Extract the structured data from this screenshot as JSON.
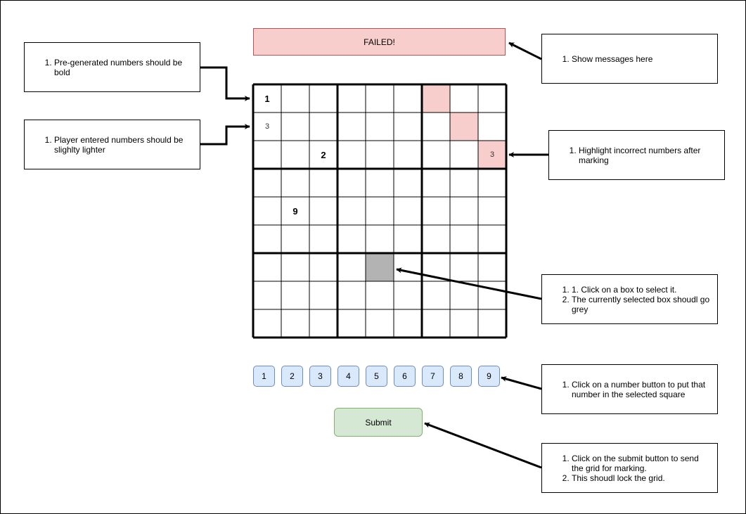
{
  "message": {
    "text": "FAILED!"
  },
  "notes": {
    "bold_numbers": [
      "Pre-generated numbers should be bold"
    ],
    "lighter_numbers": [
      "Player entered numbers should be slighlty lighter"
    ],
    "show_messages": [
      "Show messages here"
    ],
    "highlight_incorrect": [
      "Highlight incorrect numbers after marking"
    ],
    "select_box": [
      "1. Click on a box to select it.",
      "The currently selected box shoudl go grey"
    ],
    "number_button": [
      "Click on a number button to put that number in the selected square"
    ],
    "submit": [
      "Click on the submit button to send the grid for marking.",
      "This shoudl lock the grid."
    ]
  },
  "grid": {
    "size": 9,
    "cells": [
      {
        "row": 0,
        "col": 0,
        "value": "1",
        "kind": "given"
      },
      {
        "row": 1,
        "col": 0,
        "value": "3",
        "kind": "entered"
      },
      {
        "row": 2,
        "col": 2,
        "value": "2",
        "kind": "given"
      },
      {
        "row": 2,
        "col": 8,
        "value": "3",
        "kind": "entered-wrong"
      },
      {
        "row": 4,
        "col": 1,
        "value": "9",
        "kind": "given"
      },
      {
        "row": 0,
        "col": 6,
        "value": "",
        "kind": "wrong"
      },
      {
        "row": 1,
        "col": 7,
        "value": "",
        "kind": "wrong"
      },
      {
        "row": 6,
        "col": 4,
        "value": "",
        "kind": "selected"
      }
    ]
  },
  "numpad": [
    "1",
    "2",
    "3",
    "4",
    "5",
    "6",
    "7",
    "8",
    "9"
  ],
  "submit": {
    "label": "Submit"
  },
  "colors": {
    "error_fill": "#f8cecc",
    "error_stroke": "#b85450",
    "button_fill": "#dae8fc",
    "button_stroke": "#6c8ebf",
    "submit_fill": "#d5e8d4",
    "submit_stroke": "#82b366",
    "selected_fill": "#b3b3b3"
  }
}
